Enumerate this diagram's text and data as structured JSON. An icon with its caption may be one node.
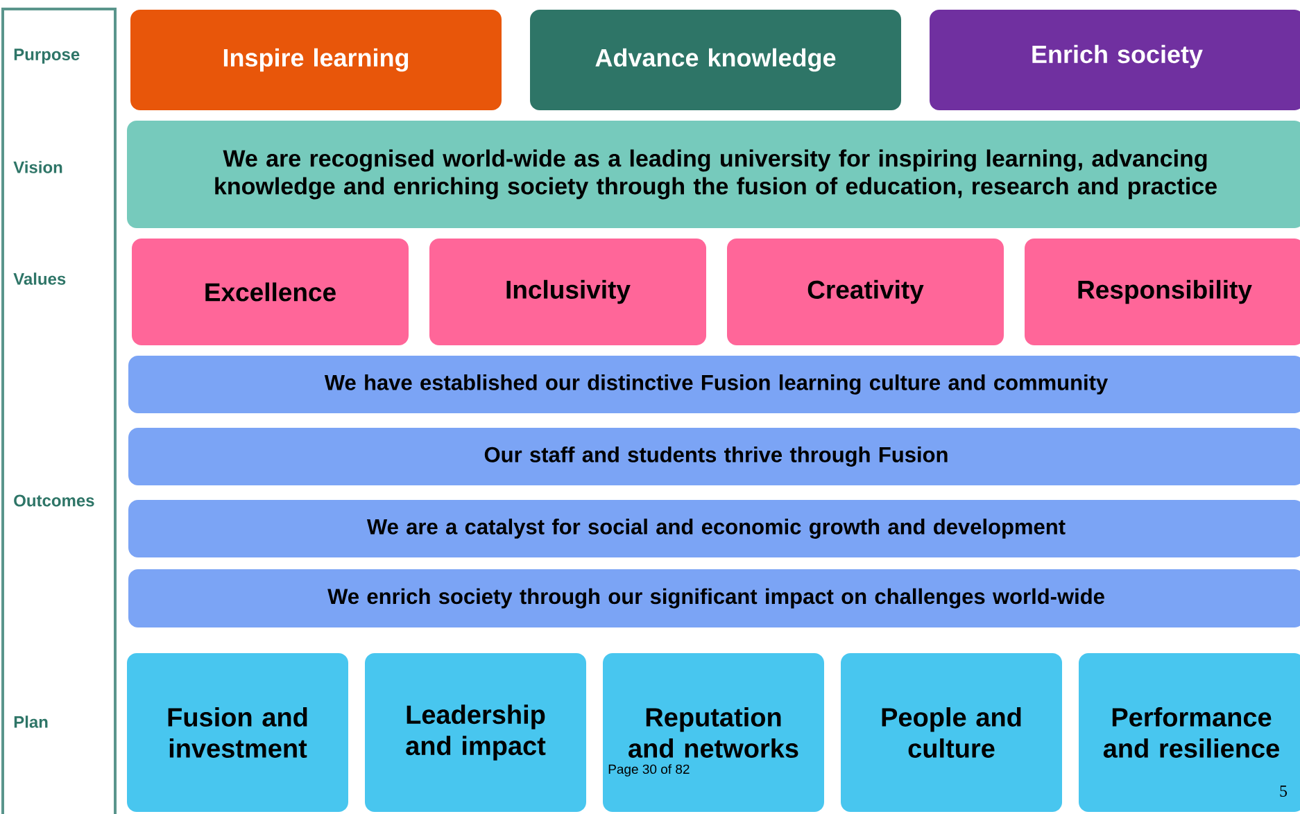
{
  "diagram": {
    "nodes": [
      {
        "text": [
          "Purpose",
          "Vision",
          "Values",
          "Outcomes",
          "Plan"
        ]
      },
      {
        "text": [
          "Inspire learning"
        ]
      },
      {
        "text": [
          "Advance knowledge"
        ]
      },
      {
        "text": [
          "Enrich society"
        ]
      },
      {
        "text": [
          "We are recognised world-wide as a leading university for inspiring learning, advancing knowledge and enriching society through the fusion of education, research and practice"
        ]
      },
      {
        "text": [
          "Excellence"
        ]
      },
      {
        "text": [
          "Inclusivity"
        ]
      },
      {
        "text": [
          "Creativity"
        ]
      },
      {
        "text": [
          "Responsibility"
        ]
      },
      {
        "text": [
          "We have established our distinctive Fusion learning culture and community"
        ]
      },
      {
        "text": [
          "Our staff and students thrive through Fusion"
        ]
      },
      {
        "text": [
          "We are a catalyst for social and economic growth and development"
        ]
      },
      {
        "text": [
          "We enrich society through our significant impact on challenges world-wide"
        ]
      },
      {
        "text": [
          "Fusion  and investment"
        ]
      },
      {
        "text": [
          "Leadership and impact"
        ]
      },
      {
        "text": [
          "Reputation and networks"
        ]
      },
      {
        "text": [
          "People and culture"
        ]
      },
      {
        "text": [
          "Performance and resilience"
        ]
      }
    ],
    "labels": [
      "Page 30 of 82",
      "5"
    ]
  }
}
